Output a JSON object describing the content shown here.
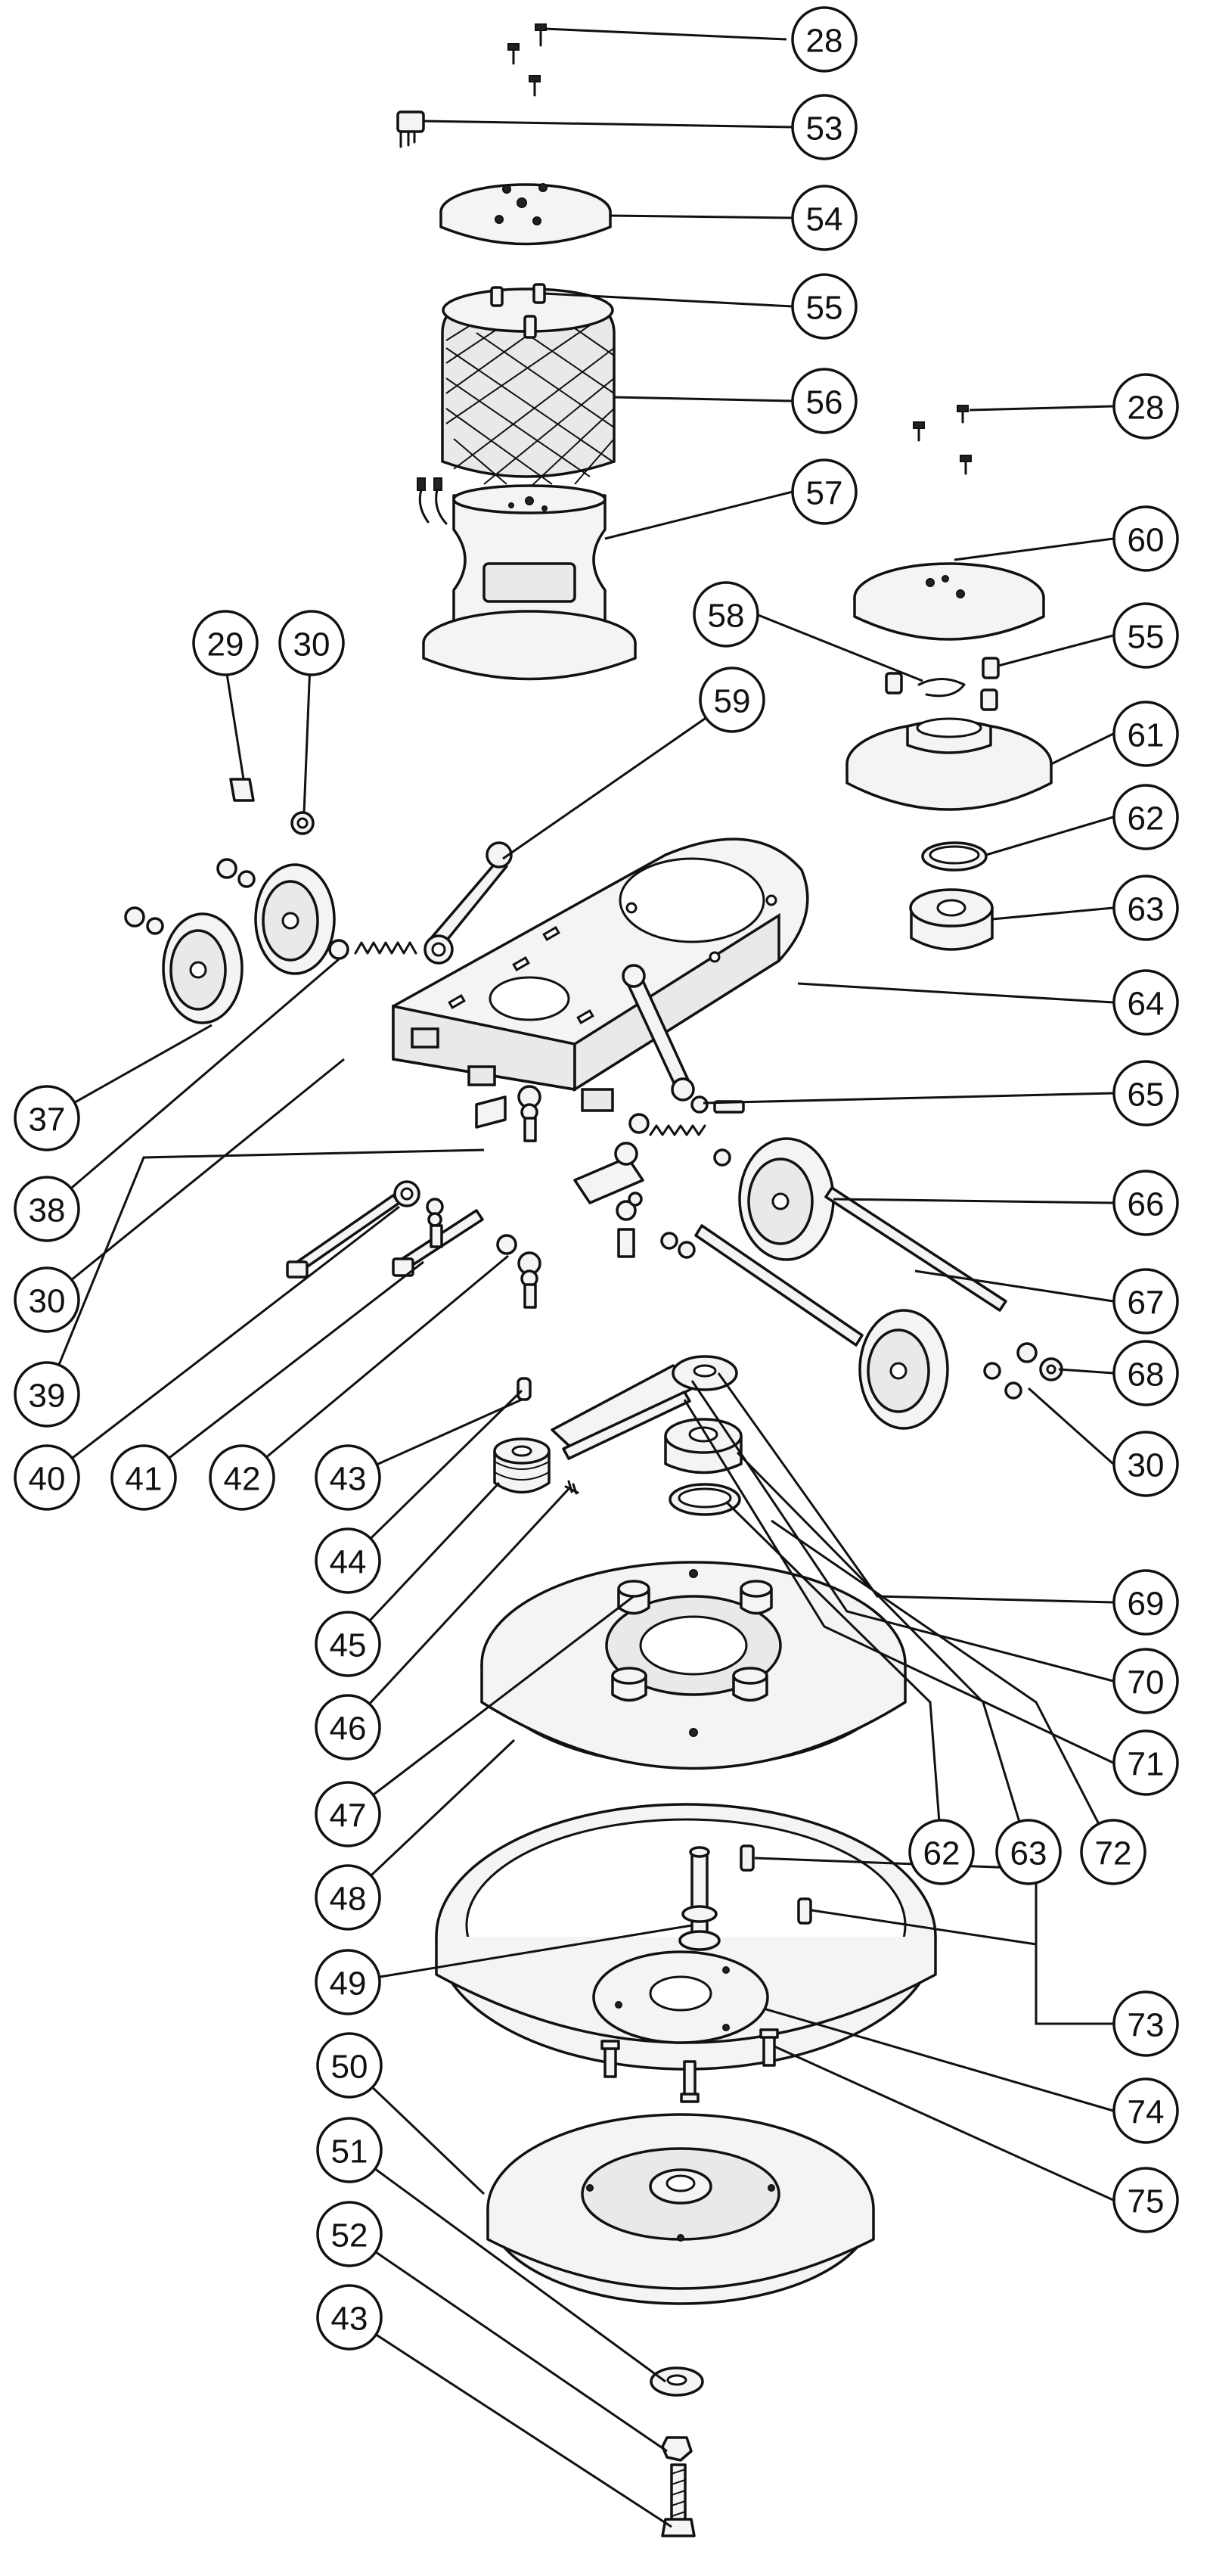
{
  "callouts": [
    {
      "id": "c28a",
      "label": "28"
    },
    {
      "id": "c53",
      "label": "53"
    },
    {
      "id": "c54",
      "label": "54"
    },
    {
      "id": "c55a",
      "label": "55"
    },
    {
      "id": "c56",
      "label": "56"
    },
    {
      "id": "c28b",
      "label": "28"
    },
    {
      "id": "c57",
      "label": "57"
    },
    {
      "id": "c60",
      "label": "60"
    },
    {
      "id": "c58",
      "label": "58"
    },
    {
      "id": "c55b",
      "label": "55"
    },
    {
      "id": "c29",
      "label": "29"
    },
    {
      "id": "c30a",
      "label": "30"
    },
    {
      "id": "c59",
      "label": "59"
    },
    {
      "id": "c61",
      "label": "61"
    },
    {
      "id": "c62a",
      "label": "62"
    },
    {
      "id": "c63a",
      "label": "63"
    },
    {
      "id": "c64",
      "label": "64"
    },
    {
      "id": "c37",
      "label": "37"
    },
    {
      "id": "c65",
      "label": "65"
    },
    {
      "id": "c38",
      "label": "38"
    },
    {
      "id": "c66",
      "label": "66"
    },
    {
      "id": "c30b",
      "label": "30"
    },
    {
      "id": "c67",
      "label": "67"
    },
    {
      "id": "c39",
      "label": "39"
    },
    {
      "id": "c68",
      "label": "68"
    },
    {
      "id": "c40",
      "label": "40"
    },
    {
      "id": "c41",
      "label": "41"
    },
    {
      "id": "c42",
      "label": "42"
    },
    {
      "id": "c43a",
      "label": "43"
    },
    {
      "id": "c30c",
      "label": "30"
    },
    {
      "id": "c44",
      "label": "44"
    },
    {
      "id": "c69",
      "label": "69"
    },
    {
      "id": "c45",
      "label": "45"
    },
    {
      "id": "c70",
      "label": "70"
    },
    {
      "id": "c46",
      "label": "46"
    },
    {
      "id": "c71",
      "label": "71"
    },
    {
      "id": "c47",
      "label": "47"
    },
    {
      "id": "c62b",
      "label": "62"
    },
    {
      "id": "c63b",
      "label": "63"
    },
    {
      "id": "c72",
      "label": "72"
    },
    {
      "id": "c48",
      "label": "48"
    },
    {
      "id": "c49",
      "label": "49"
    },
    {
      "id": "c73",
      "label": "73"
    },
    {
      "id": "c74",
      "label": "74"
    },
    {
      "id": "c50",
      "label": "50"
    },
    {
      "id": "c75",
      "label": "75"
    },
    {
      "id": "c51",
      "label": "51"
    },
    {
      "id": "c52",
      "label": "52"
    },
    {
      "id": "c43b",
      "label": "43"
    }
  ]
}
